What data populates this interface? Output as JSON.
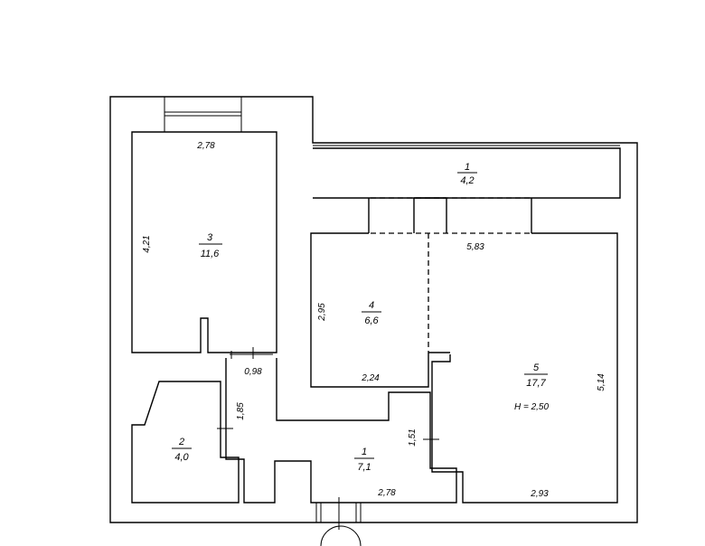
{
  "rooms": [
    {
      "number": "1",
      "area": "4,2"
    },
    {
      "number": "3",
      "area": "11,6"
    },
    {
      "number": "4",
      "area": "6,6"
    },
    {
      "number": "5",
      "area": "17,7",
      "height": "H = 2,50"
    },
    {
      "number": "2",
      "area": "4,0"
    },
    {
      "number": "1",
      "area": "7,1"
    }
  ],
  "dimensions": {
    "room3_width": "2,78",
    "room3_height": "4,21",
    "room5_top_width": "5,83",
    "room4_height": "2,95",
    "room4_width": "2,24",
    "room5_height": "5,14",
    "room5_bottom_width": "2,93",
    "door_width": "0,98",
    "corridor_height": "1,85",
    "hall_wall_height": "1,51",
    "hall_width": "2,78"
  }
}
